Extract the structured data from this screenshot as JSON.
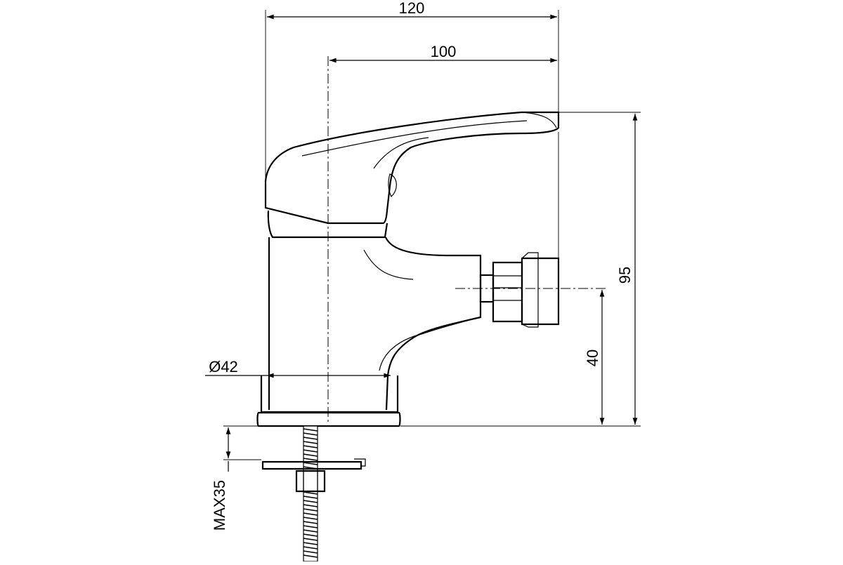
{
  "dimensions": {
    "overall_width": "120",
    "spout_length": "100",
    "overall_height": "95",
    "outlet_height": "40",
    "base_diameter": "Ø42",
    "max_mount_thickness": "MAX35"
  }
}
